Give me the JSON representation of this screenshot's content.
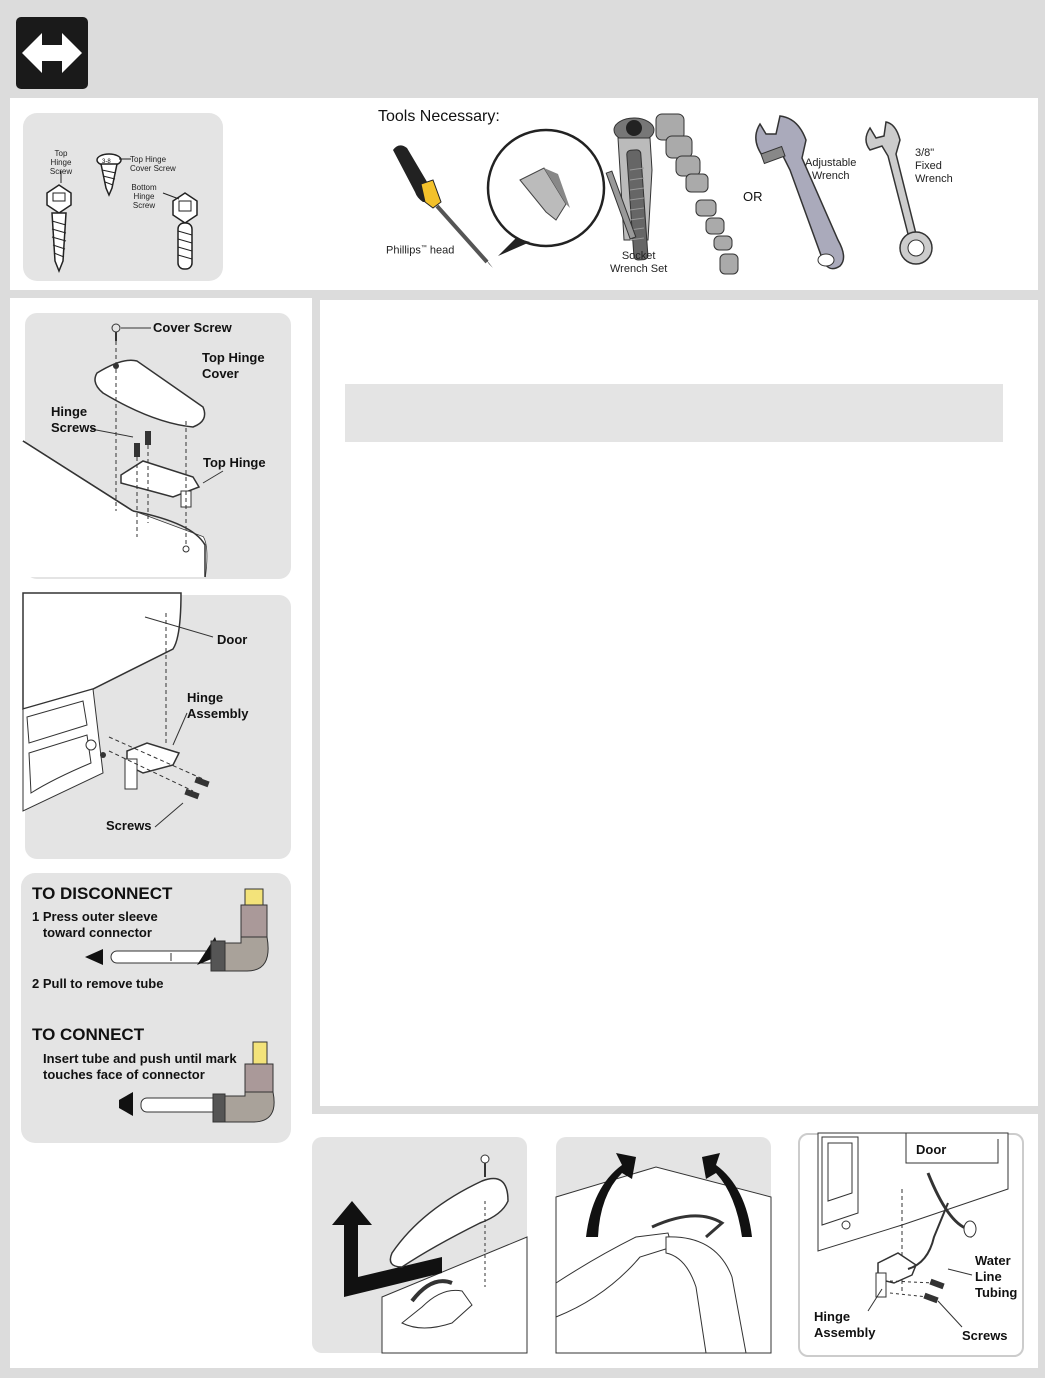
{
  "header": {
    "icon": "double-arrow-icon"
  },
  "screws_panel": {
    "top_hinge_screw": "Top\nHinge\nScrew",
    "top_hinge_cover_screw": "Top Hinge\nCover Screw",
    "bottom_hinge_screw": "Bottom\nHinge\nScrew"
  },
  "tools": {
    "title": "Tools Necessary:",
    "phillips": "Phillips",
    "phillips_sup": "™",
    "phillips_suffix": " head",
    "socket": "Socket\nWrench Set",
    "or": "OR",
    "adjustable": "Adjustable\nWrench",
    "fixed": "3/8\"\nFixed\nWrench"
  },
  "top_hinge_diagram": {
    "cover_screw": "Cover Screw",
    "top_hinge_cover": "Top Hinge\nCover",
    "hinge_screws": "Hinge\nScrews",
    "top_hinge": "Top Hinge"
  },
  "bottom_hinge_diagram": {
    "door": "Door",
    "hinge_assembly": "Hinge\nAssembly",
    "screws": "Screws"
  },
  "connector": {
    "disconnect_title": "TO DISCONNECT",
    "step1": "1 Press outer sleeve\n   toward connector",
    "step2": "2 Pull to remove tube",
    "connect_title": "TO CONNECT",
    "connect_text": "Insert tube and push until mark\ntouches face of connector"
  },
  "water_line_diagram": {
    "door": "Door",
    "water_line_tubing": "Water\nLine\nTubing",
    "hinge_assembly": "Hinge\nAssembly",
    "screws": "Screws"
  }
}
